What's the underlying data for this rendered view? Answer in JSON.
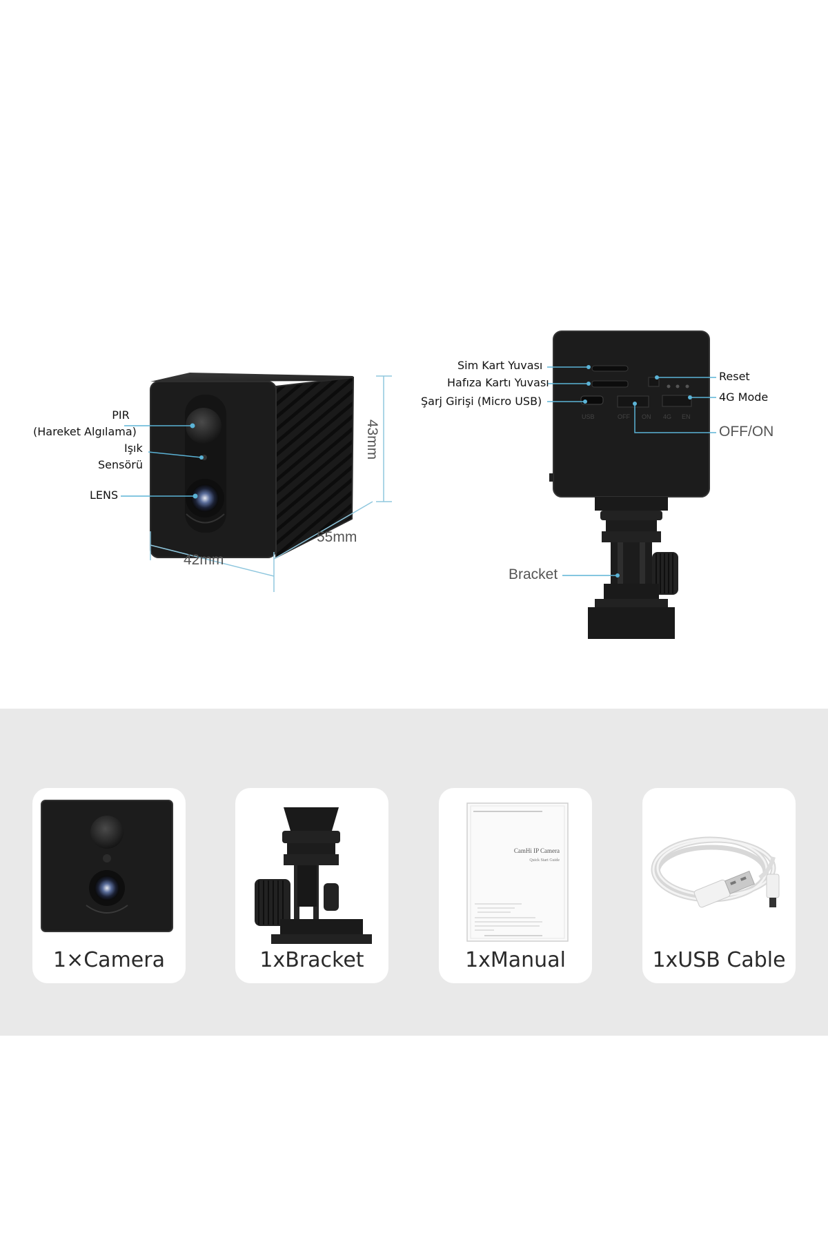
{
  "front_view": {
    "labels": {
      "pir": "PIR",
      "pir_sub": "(Hareket Algılama)",
      "light": "Işık",
      "light_sub": "Sensörü",
      "lens": "LENS"
    },
    "dimensions": {
      "height": "43mm",
      "depth": "55mm",
      "width": "42mm"
    }
  },
  "back_view": {
    "labels": {
      "sim_slot": "Sim Kart Yuvası",
      "memory_slot": "Hafıza Kartı Yuvası",
      "charging": "Şarj Girişi (Micro USB)",
      "reset": "Reset",
      "mode_4g": "4G Mode",
      "off_on": "OFF/ON",
      "bracket": "Bracket"
    }
  },
  "package_contents": [
    {
      "label": "1×Camera",
      "icon": "camera-icon"
    },
    {
      "label": "1xBracket",
      "icon": "bracket-icon"
    },
    {
      "label": "1xManual",
      "icon": "manual-icon"
    },
    {
      "label": "1xUSB Cable",
      "icon": "usb-cable-icon"
    }
  ],
  "manual_text": {
    "title": "CamHi IP Camera",
    "subtitle": "Quick Start Guide"
  },
  "colors": {
    "camera_body": "#1c1c1c",
    "callout_line": "#5bb3d6",
    "section_bg": "#e9e9e9"
  }
}
